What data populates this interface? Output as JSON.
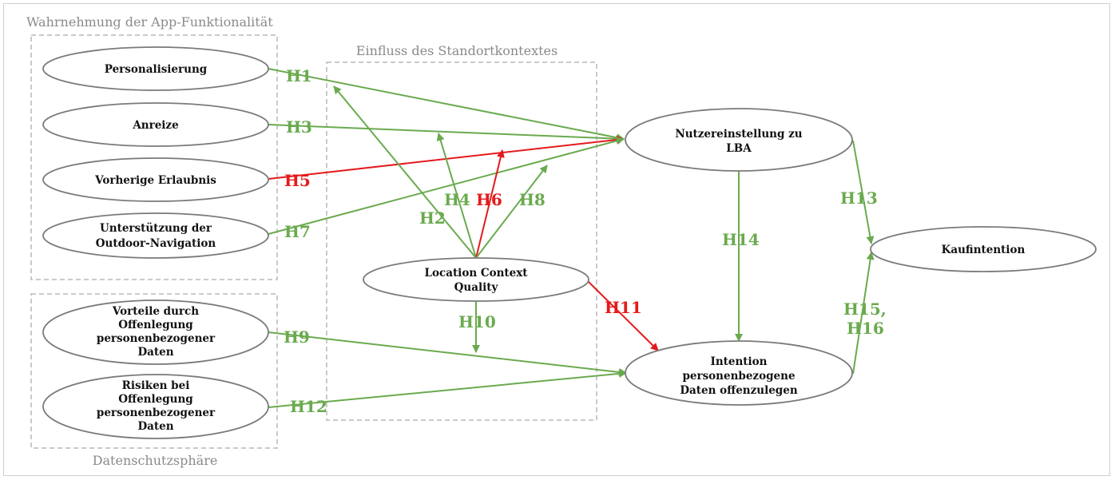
{
  "colors": {
    "green": "#6aaa4e",
    "red": "#e41a1c",
    "frame": "#cfcfcf",
    "box": "#b9b9b9"
  },
  "groups": {
    "app": "Wahrnehmung der App-Funktionalität",
    "standort": "Einfluss des Standortkontextes",
    "datenschutz": "Datenschutzsphäre"
  },
  "nodes": {
    "personalisierung": [
      "Personalisierung"
    ],
    "anreize": [
      "Anreize"
    ],
    "erlaubnis": [
      "Vorherige Erlaubnis"
    ],
    "outdoor": [
      "Unterstützung der",
      "Outdoor-Navigation"
    ],
    "vorteile": [
      "Vorteile durch",
      "Offenlegung",
      "personenbezogener",
      "Daten"
    ],
    "risiken": [
      "Risiken bei",
      "Offenlegung",
      "personenbezogener",
      "Daten"
    ],
    "lcq": [
      "Location Context",
      "Quality"
    ],
    "nutzer": [
      "Nutzereinstellung zu",
      "LBA"
    ],
    "intention": [
      "Intention",
      "personenbezogene",
      "Daten offenzulegen"
    ],
    "kauf": [
      "Kaufintention"
    ]
  },
  "hypotheses": {
    "h1": {
      "label": "H1",
      "color": "green"
    },
    "h2": {
      "label": "H2",
      "color": "green"
    },
    "h3": {
      "label": "H3",
      "color": "green"
    },
    "h4": {
      "label": "H4",
      "color": "green"
    },
    "h5": {
      "label": "H5",
      "color": "red"
    },
    "h6": {
      "label": "H6",
      "color": "red"
    },
    "h7": {
      "label": "H7",
      "color": "green"
    },
    "h8": {
      "label": "H8",
      "color": "green"
    },
    "h9": {
      "label": "H9",
      "color": "green"
    },
    "h10": {
      "label": "H10",
      "color": "green"
    },
    "h11": {
      "label": "H11",
      "color": "red"
    },
    "h12": {
      "label": "H12",
      "color": "green"
    },
    "h13": {
      "label": "H13",
      "color": "green"
    },
    "h14": {
      "label": "H14",
      "color": "green"
    },
    "h15_16": {
      "label": [
        "H15,",
        "H16"
      ],
      "color": "green"
    }
  }
}
